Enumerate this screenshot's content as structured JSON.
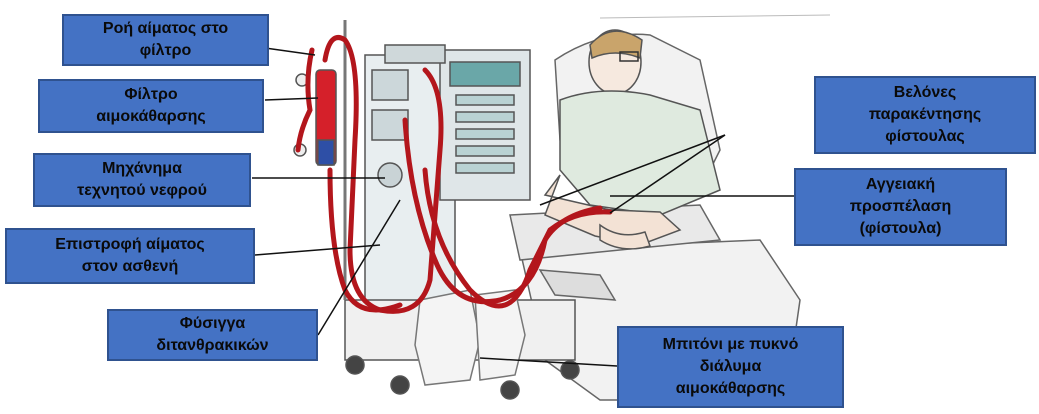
{
  "colors": {
    "label_fill": "#4472c4",
    "label_border": "#2f528f",
    "label_text": "#0a0a0a",
    "tubing": "#b3161c",
    "outline": "#555555"
  },
  "labels": {
    "blood_flow_to_filter": {
      "line1": "Ροή αίματος στο",
      "line2": "φίλτρο"
    },
    "dialysis_filter": {
      "line1": "Φίλτρο",
      "line2": "αιμοκάθαρσης"
    },
    "artificial_kidney_machine": {
      "line1": "Μηχάνημα",
      "line2": "τεχνητού νεφρού"
    },
    "blood_return": {
      "line1": "Επιστροφή αίματος",
      "line2": "στον ασθενή"
    },
    "bicarbonate_cartridge": {
      "line1": "Φύσιγγα",
      "line2": "διτανθρακικών"
    },
    "fistula_needles": {
      "line1": "Βελόνες",
      "line2": "παρακέντησης",
      "line3": "φίστουλας"
    },
    "vascular_access": {
      "line1": "Αγγειακή",
      "line2": "προσπέλαση",
      "line3": "(φίστουλα)"
    },
    "concentrate_canister": {
      "line1": "Μπιτόνι με πυκνό",
      "line2": "διάλυμα",
      "line3": "αιμοκάθαρσης"
    }
  }
}
